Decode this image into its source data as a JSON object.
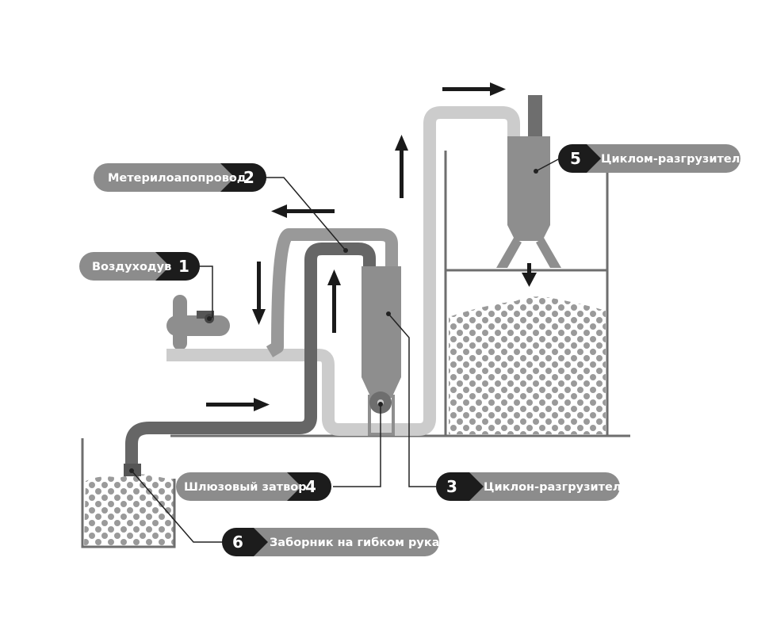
{
  "colors": {
    "light_pipe": "#cccccc",
    "mid_pipe": "#999999",
    "dark_pipe": "#666666",
    "equipment": "#8e8e8e",
    "equipment_dark": "#6e6e6e",
    "frame": "#6e6e6e",
    "dots": "#9a9a9a",
    "arrow": "#1a1a1a",
    "label_pill": "#8c8c8c",
    "number_badge": "#1c1c1c"
  },
  "labels": [
    {
      "id": "blower",
      "number": "1",
      "text": "Воздуходув",
      "icon": "blower-icon"
    },
    {
      "id": "pipeline",
      "number": "2",
      "text": "Метерилоапопровод",
      "icon": "pipe-icon"
    },
    {
      "id": "cyclone-small",
      "number": "3",
      "text": "Циклон-разгрузитель",
      "icon": "cyclone-icon"
    },
    {
      "id": "airlock",
      "number": "4",
      "text": "Шлюзовый затвор",
      "icon": "rotary-valve-icon"
    },
    {
      "id": "cyclone-large",
      "number": "5",
      "text": "Циклом-разгрузитель",
      "icon": "cyclone-icon"
    },
    {
      "id": "intake",
      "number": "6",
      "text": "Заборник на гибком рукаве",
      "icon": "intake-nozzle-icon"
    }
  ],
  "flow_arrows": [
    "right",
    "left",
    "down",
    "up",
    "up",
    "right",
    "down"
  ]
}
